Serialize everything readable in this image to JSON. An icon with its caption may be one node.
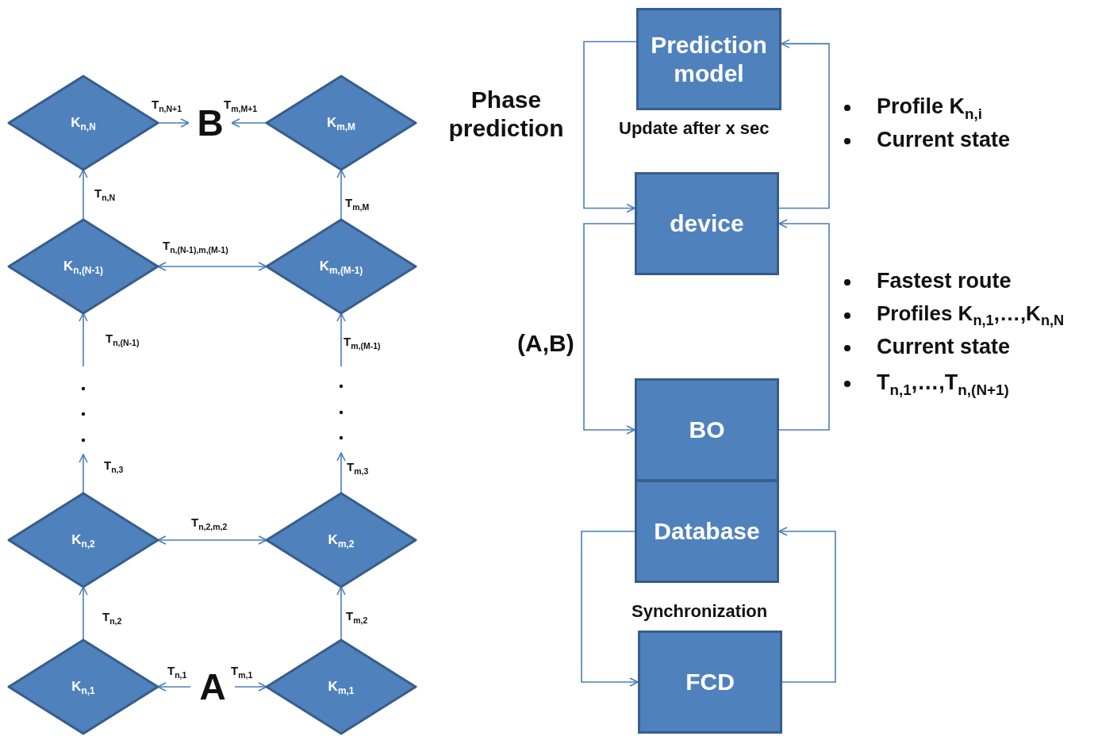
{
  "diagram": {
    "nodes": [
      {
        "text": [
          "K$_{n,N}$"
        ]
      },
      {
        "text": [
          "B"
        ]
      },
      {
        "text": [
          "K$_{m,M}$"
        ]
      },
      {
        "text": [
          "K$_{n,(N-1)}$"
        ]
      },
      {
        "text": [
          "K$_{m,(M-1)}$"
        ]
      },
      {
        "text": [
          "K$_{n,2}$"
        ]
      },
      {
        "text": [
          "K$_{m,2}$"
        ]
      },
      {
        "text": [
          "K$_{n,1}$"
        ]
      },
      {
        "text": [
          "A"
        ]
      },
      {
        "text": [
          "K$_{m,1}$"
        ]
      },
      {
        "text": [
          "Prediction model"
        ]
      },
      {
        "text": [
          "device"
        ]
      },
      {
        "text": [
          "BO"
        ]
      },
      {
        "text": [
          "Database"
        ]
      },
      {
        "text": [
          "FCD"
        ]
      }
    ],
    "edges": [
      {
        "from": 0,
        "to": 1,
        "arrow": "to",
        "label": "T$_{n,N+1}$"
      },
      {
        "from": 2,
        "to": 1,
        "arrow": "to",
        "label": "T$_{m,M+1}$"
      },
      {
        "from": 3,
        "to": 0,
        "arrow": "to",
        "label": "T$_{n,N}$"
      },
      {
        "from": 4,
        "to": 2,
        "arrow": "to",
        "label": "T$_{m,M}$"
      },
      {
        "from": 3,
        "to": 4,
        "arrow": "both",
        "label": "T$_{n,(N-1),m,(M-1)}$"
      },
      {
        "from": null,
        "to": 3,
        "arrow": "to",
        "label": "T$_{n,(N-1)}$"
      },
      {
        "from": null,
        "to": 4,
        "arrow": "to",
        "label": "T$_{m,(M-1)}$"
      },
      {
        "from": 5,
        "to": null,
        "arrow": "to",
        "label": "T$_{n,3}$"
      },
      {
        "from": 6,
        "to": null,
        "arrow": "to",
        "label": "T$_{m,3}$"
      },
      {
        "from": 5,
        "to": 6,
        "arrow": "both",
        "label": "T$_{n,2,m,2}$"
      },
      {
        "from": 7,
        "to": 5,
        "arrow": "to",
        "label": "T$_{n,2}$"
      },
      {
        "from": 9,
        "to": 6,
        "arrow": "to",
        "label": "T$_{m,2}$"
      },
      {
        "from": 8,
        "to": 7,
        "arrow": "to",
        "label": "T$_{n,1}$"
      },
      {
        "from": 8,
        "to": 9,
        "arrow": "to",
        "label": "T$_{m,1}$"
      },
      {
        "from": 10,
        "to": 11,
        "arrow": "to"
      },
      {
        "from": 11,
        "to": 10,
        "arrow": "to"
      },
      {
        "from": 11,
        "to": 12,
        "arrow": "to"
      },
      {
        "from": 12,
        "to": 11,
        "arrow": "to"
      },
      {
        "from": 13,
        "to": 14,
        "arrow": "to"
      },
      {
        "from": 14,
        "to": 13,
        "arrow": "to"
      }
    ],
    "labels": [
      "Phase prediction",
      "Update after x sec",
      "Profile K$_{n,i}$",
      "Current state",
      "Fastest route",
      "Profiles K$_{n,1}$,…,K$_{n,N}$",
      "Current state",
      "T$_{n,1}$,…,T$_{n,(N+1)}$",
      "(A,B)",
      "Synchronization"
    ]
  }
}
